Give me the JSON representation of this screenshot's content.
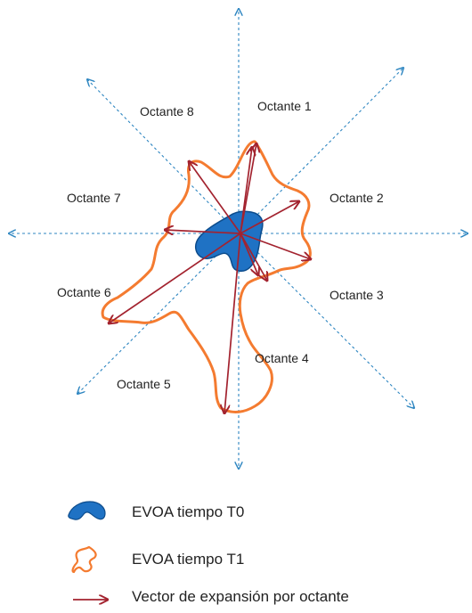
{
  "octant_labels": [
    "Octante 1",
    "Octante 2",
    "Octante 3",
    "Octante 4",
    "Octante 5",
    "Octante 6",
    "Octante 7",
    "Octante 8"
  ],
  "legend": {
    "t0_label": "EVOA tiempo T0",
    "t1_label": "EVOA tiempo T1",
    "vector_label": "Vector de expansión por octante"
  },
  "colors": {
    "axis": "#2E86C1",
    "t0_fill": "#1F72C4",
    "t0_stroke": "#0D4C8C",
    "t1_outline": "#F47B30",
    "vector": "#A3232F"
  }
}
